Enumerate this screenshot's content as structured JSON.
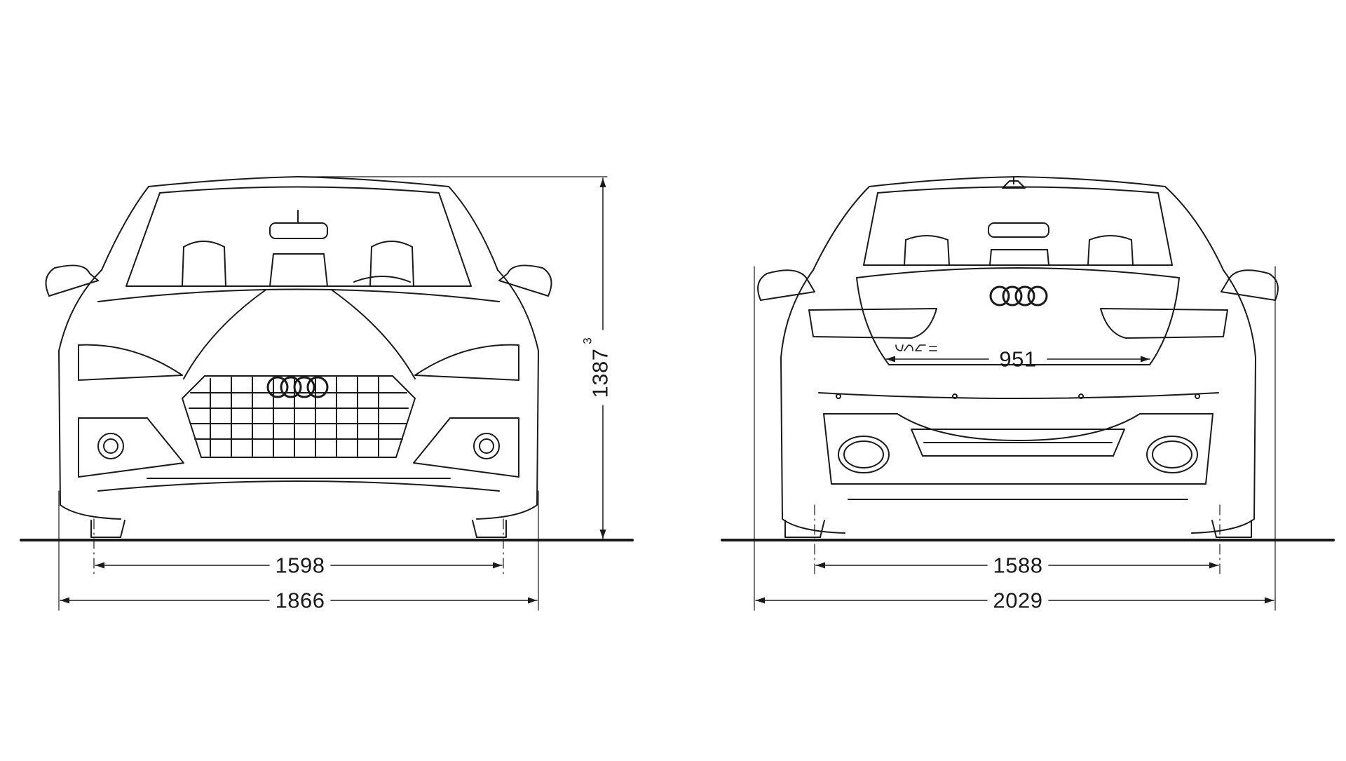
{
  "diagram": {
    "front_view": {
      "track_width": "1598",
      "overall_width": "1866",
      "height": "1387",
      "height_footnote": "3"
    },
    "rear_view": {
      "trunk_opening_width": "951",
      "track_width": "1588",
      "overall_width": "2029"
    },
    "brand_mark": "four-rings-logo",
    "model_badge": "rs5-badge",
    "colors": {
      "line": "#1a1a1a",
      "background": "#ffffff"
    }
  }
}
